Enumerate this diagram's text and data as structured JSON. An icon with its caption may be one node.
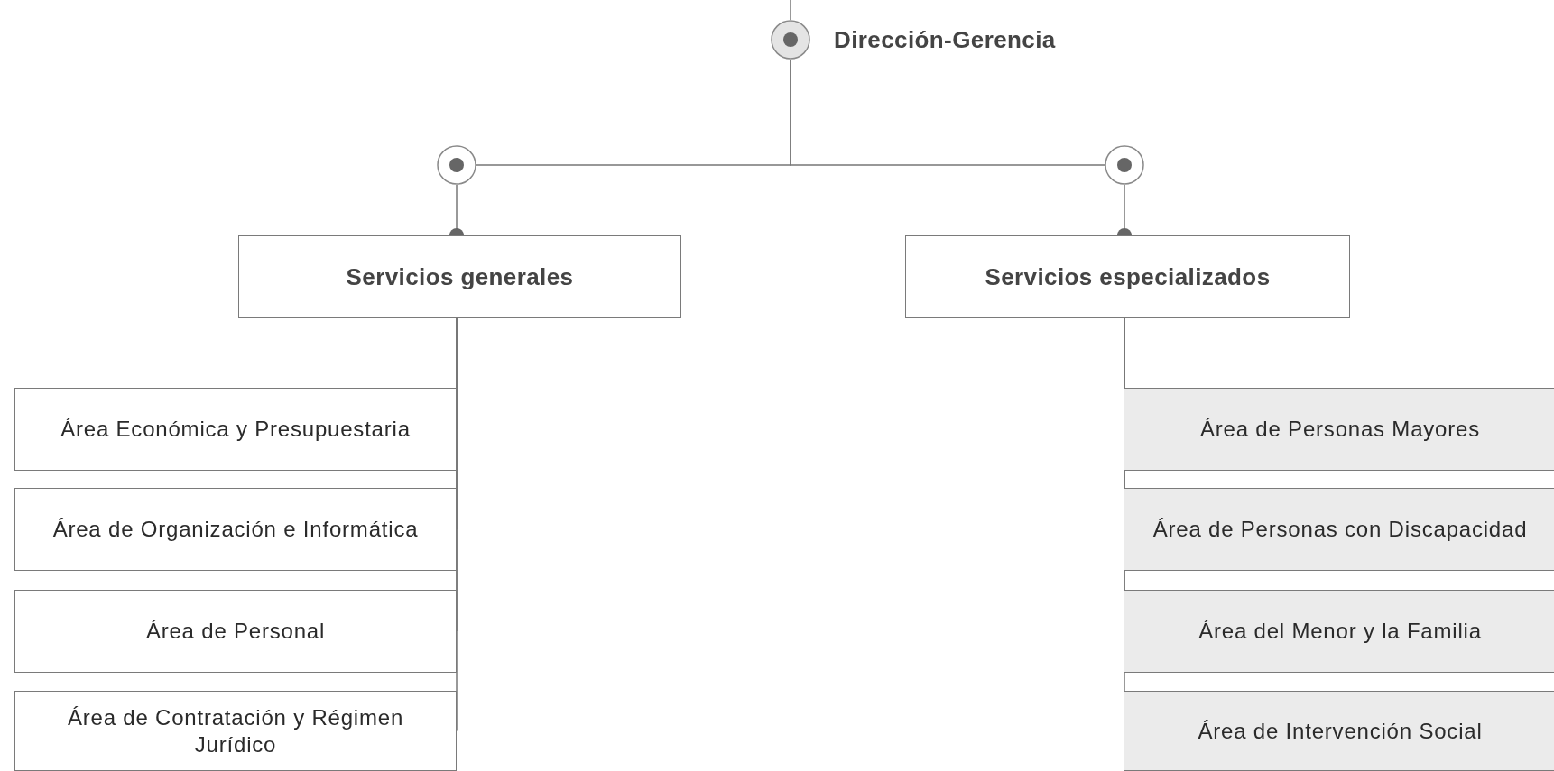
{
  "diagram": {
    "nodes": [
      {
        "text": [
          "Dirección-Gerencia"
        ]
      },
      {
        "text": [],
        "shape": "circle"
      },
      {
        "text": [],
        "shape": "circle"
      },
      {
        "text": [
          "Servicios generales"
        ]
      },
      {
        "text": [
          "Servicios especializados"
        ]
      },
      {
        "text": [
          "Área Económica y Presupuestaria"
        ]
      },
      {
        "text": [
          "Área de Organización e Informática"
        ]
      },
      {
        "text": [
          "Área de Personal"
        ]
      },
      {
        "text": [
          "Área de Contratación y Régimen Jurídico"
        ]
      },
      {
        "text": [
          "Área de Personas Mayores"
        ]
      },
      {
        "text": [
          "Área de Personas con Discapacidad"
        ]
      },
      {
        "text": [
          "Área del Menor y la Familia"
        ]
      },
      {
        "text": [
          "Área de Intervención Social"
        ]
      }
    ],
    "edges": [
      {
        "from": null,
        "to": 0,
        "arrow": "none"
      },
      {
        "from": 0,
        "to": 1,
        "arrow": "none"
      },
      {
        "from": 0,
        "to": 2,
        "arrow": "none"
      },
      {
        "from": 1,
        "to": 3,
        "arrow": "other"
      },
      {
        "from": 2,
        "to": 4,
        "arrow": "other"
      },
      {
        "from": 3,
        "to": 5,
        "arrow": "none"
      },
      {
        "from": 3,
        "to": 6,
        "arrow": "none"
      },
      {
        "from": 3,
        "to": 7,
        "arrow": "none"
      },
      {
        "from": 3,
        "to": 8,
        "arrow": "none"
      },
      {
        "from": 4,
        "to": 9,
        "arrow": "none"
      },
      {
        "from": 4,
        "to": 10,
        "arrow": "none"
      },
      {
        "from": 4,
        "to": 11,
        "arrow": "none"
      },
      {
        "from": 4,
        "to": 12,
        "arrow": "none"
      }
    ]
  }
}
